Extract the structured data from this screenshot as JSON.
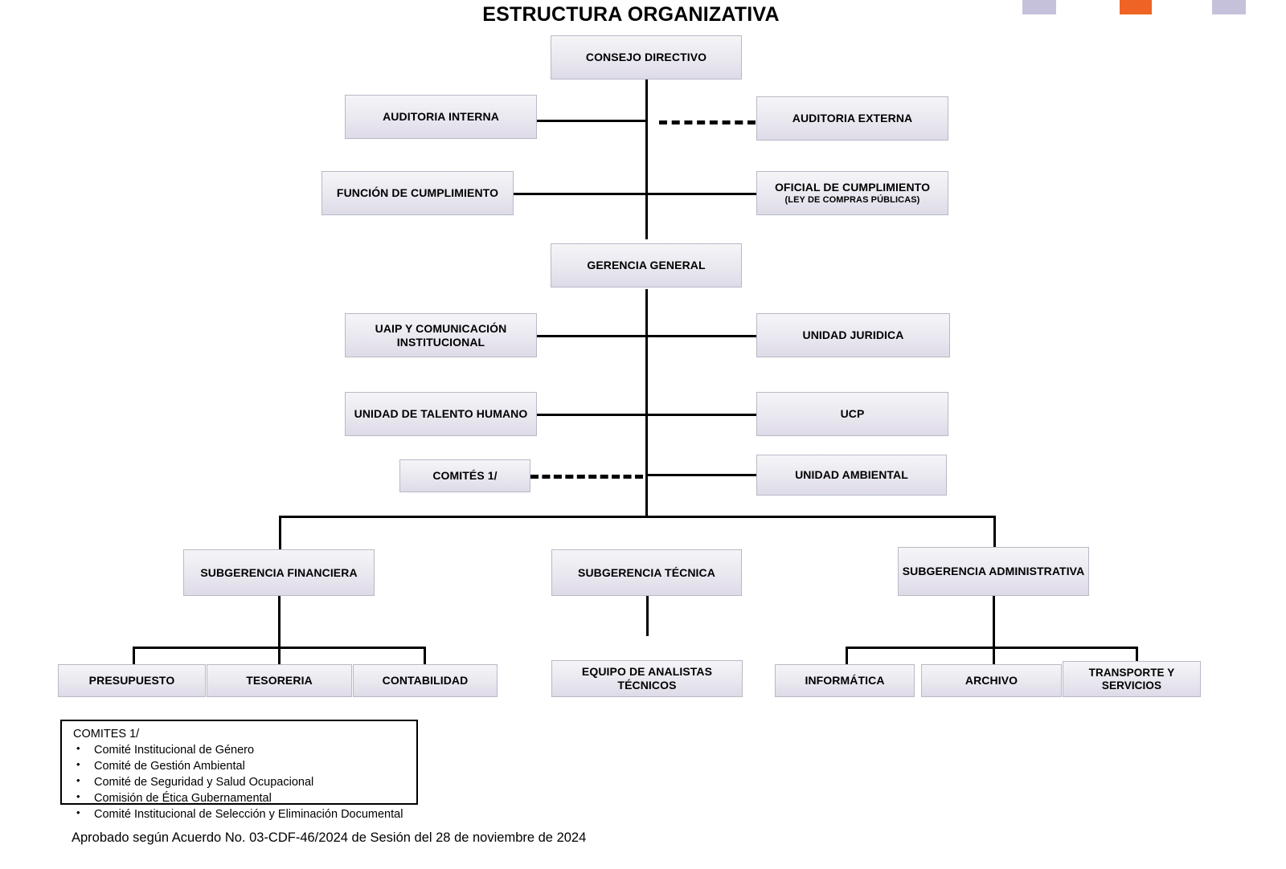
{
  "document": {
    "title": "ESTRUCTURA ORGANIZATIVA",
    "approval_note": "Aprobado según Acuerdo No. 03-CDF-46/2024 de Sesión del 28 de noviembre de 2024"
  },
  "colors": {
    "node_fill_top": "#f5f5f8",
    "node_fill_bottom": "#dedbe8",
    "node_border": "#b9b9c6",
    "connector": "#000000",
    "swatch_lavender": "#c6c1da",
    "swatch_orange": "#ef6424"
  },
  "swatches": [
    {
      "name": "swatch-lavender-left",
      "color": "#c6c1da"
    },
    {
      "name": "swatch-orange-middle",
      "color": "#ef6424"
    },
    {
      "name": "swatch-lavender-right",
      "color": "#c6c1da"
    }
  ],
  "nodes": {
    "consejo_directivo": {
      "label": "CONSEJO DIRECTIVO"
    },
    "auditoria_interna": {
      "label": "AUDITORIA INTERNA"
    },
    "auditoria_externa": {
      "label": "AUDITORIA EXTERNA"
    },
    "funcion_cumplimiento": {
      "label": "FUNCIÓN DE CUMPLIMIENTO"
    },
    "oficial_cumplimiento": {
      "label": "OFICIAL DE CUMPLIMIENTO",
      "sublabel": "(LEY DE COMPRAS PÚBLICAS)"
    },
    "gerencia_general": {
      "label": "GERENCIA GENERAL"
    },
    "uaip": {
      "label": "UAIP Y COMUNICACIÓN INSTITUCIONAL"
    },
    "unidad_juridica": {
      "label": "UNIDAD JURIDICA"
    },
    "talento_humano": {
      "label": "UNIDAD DE TALENTO HUMANO"
    },
    "ucp": {
      "label": "UCP"
    },
    "comites": {
      "label": "COMITÉS 1/"
    },
    "unidad_ambiental": {
      "label": "UNIDAD AMBIENTAL"
    },
    "subgerencia_financiera": {
      "label": "SUBGERENCIA FINANCIERA"
    },
    "subgerencia_tecnica": {
      "label": "SUBGERENCIA TÉCNICA"
    },
    "subgerencia_administrativa": {
      "label": "SUBGERENCIA ADMINISTRATIVA"
    },
    "presupuesto": {
      "label": "PRESUPUESTO"
    },
    "tesoreria": {
      "label": "TESORERIA"
    },
    "contabilidad": {
      "label": "CONTABILIDAD"
    },
    "equipo_analistas": {
      "label": "EQUIPO DE ANALISTAS TÉCNICOS"
    },
    "informatica": {
      "label": "INFORMÁTICA"
    },
    "archivo": {
      "label": "ARCHIVO"
    },
    "transporte_servicios": {
      "label": "TRANSPORTE Y SERVICIOS"
    }
  },
  "legend": {
    "title": "COMITES 1/",
    "items": [
      "Comité Institucional de Género",
      "Comité de Gestión Ambiental",
      "Comité de Seguridad y Salud Ocupacional",
      "Comisión de Ética Gubernamental",
      "Comité Institucional de Selección y Eliminación Documental"
    ]
  }
}
